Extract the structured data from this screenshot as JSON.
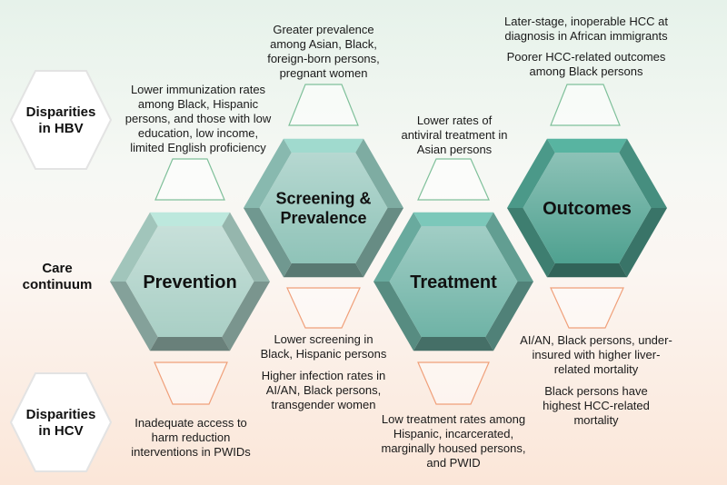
{
  "side_labels": {
    "hbv": [
      "Disparities",
      "in HBV"
    ],
    "care": [
      "Care",
      "continuum"
    ],
    "hcv": [
      "Disparities",
      "in HCV"
    ]
  },
  "stages": {
    "prevention": [
      "Prevention"
    ],
    "screening": [
      "Screening &",
      "Prevalence"
    ],
    "treatment": [
      "Treatment"
    ],
    "outcomes": [
      "Outcomes"
    ]
  },
  "hbv_notes": {
    "prevention": [
      "Lower immunization rates",
      "among Black, Hispanic",
      "persons, and those with low",
      "education, low income,",
      "limited English proficiency"
    ],
    "screening": [
      "Greater prevalence",
      "among Asian, Black,",
      "foreign-born persons,",
      "pregnant women"
    ],
    "treatment": [
      "Lower rates of",
      "antiviral treatment in",
      "Asian persons"
    ],
    "outcomes_1": [
      "Later-stage, inoperable HCC at",
      "diagnosis in African immigrants"
    ],
    "outcomes_2": [
      "Poorer HCC-related outcomes",
      "among Black persons"
    ]
  },
  "hcv_notes": {
    "prevention": [
      "Inadequate access to",
      "harm reduction",
      "interventions in PWIDs"
    ],
    "screening_1": [
      "Lower screening in",
      "Black, Hispanic persons"
    ],
    "screening_2": [
      "Higher infection rates in",
      "AI/AN, Black persons,",
      "transgender women"
    ],
    "treatment": [
      "Low treatment rates among",
      "Hispanic, incarcerated,",
      "marginally housed persons,",
      "and PWID"
    ],
    "outcomes_1": [
      "AI/AN, Black persons, under-",
      "insured with higher liver-",
      "related mortality"
    ],
    "outcomes_2": [
      "Black persons have",
      "highest HCC-related",
      "mortality"
    ]
  },
  "colors": {
    "prevention": "#a9cfc5",
    "screening": "#8fc3b8",
    "treatment": "#6fb3a6",
    "outcomes": "#4fa190",
    "green_funnel": "#7fc09a",
    "orange_funnel": "#f0a07a"
  }
}
